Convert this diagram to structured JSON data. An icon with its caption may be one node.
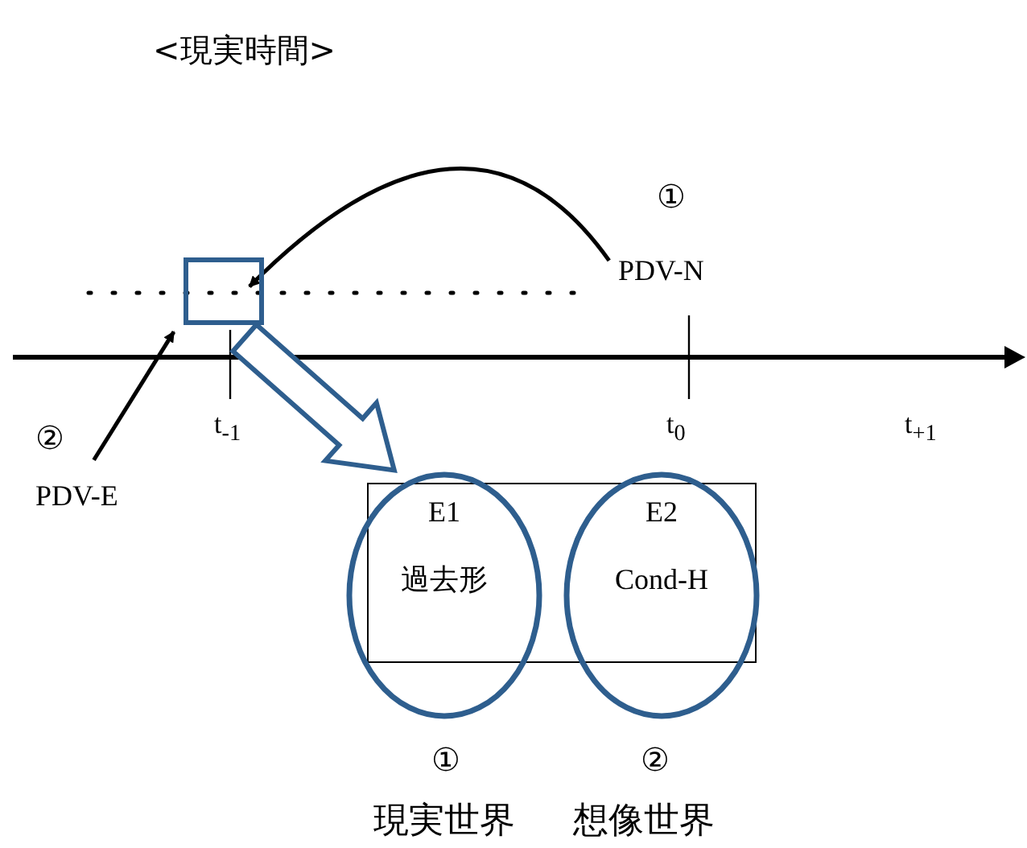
{
  "diagram": {
    "title": "<現実時間>",
    "nodes": [
      {
        "text": [
          "PDV-N"
        ],
        "beside": [
          "①"
        ]
      },
      {
        "text": [],
        "shape": "box"
      },
      {
        "text": [
          "PDV-E"
        ],
        "beside": [
          "②"
        ]
      },
      {
        "text": [],
        "shape": "box"
      },
      {
        "text": [
          "E1",
          "過去形"
        ],
        "beside": [
          "①",
          "現実世界"
        ]
      },
      {
        "text": [
          "E2",
          "Cond-H"
        ],
        "beside": [
          "②",
          "想像世界"
        ]
      }
    ],
    "edges": [
      {
        "from": 0,
        "to": 1,
        "arrow": "to"
      },
      {
        "from": 2,
        "to": 1,
        "arrow": "to"
      },
      {
        "from": 1,
        "to": 3,
        "arrow": "to",
        "style": "thick",
        "color": "#2e5e8e"
      }
    ],
    "labels": [
      "t$_{-1}$",
      "t$_{0}$",
      "t$_{+1}$"
    ]
  }
}
